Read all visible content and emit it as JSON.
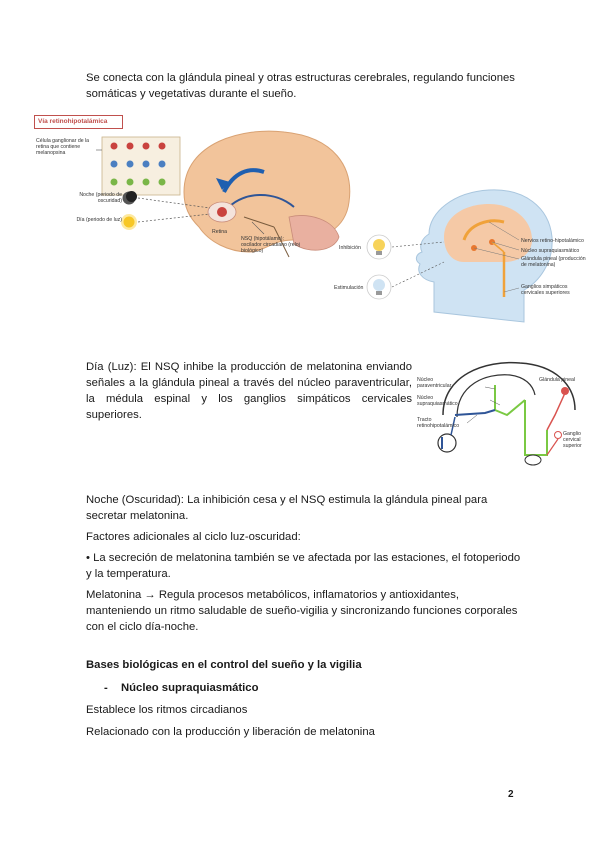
{
  "intro_paragraph": "Se conecta con la glándula pineal y otras estructuras cerebrales, regulando funciones somáticas y vegetativas durante el sueño.",
  "figure1": {
    "title": "Vía retinohipotalámica",
    "label_cell": "Célula ganglionar de la retina que contiene melanopsina",
    "label_night": "Noche (periodo de oscuridad)",
    "label_day": "Día (periodo de luz)",
    "label_retina": "Retina",
    "label_nsq": "NSQ (hipotálamo): oscilador circadiano (reloj biológico)",
    "label_inhibition": "Inhibición",
    "label_stimulation": "Estimulación",
    "legend": [
      "Nervios retino-hipotalámico",
      "Núcleo supraquiasmático",
      "Glándula pineal (producción de melatonina)",
      "Ganglios simpáticos cervicales superiores"
    ]
  },
  "day_paragraph": "Día (Luz): El NSQ inhibe la producción de melatonina enviando señales a la glándula pineal a través del núcleo paraventricular, la médula espinal y los ganglios simpáticos cervicales superiores.",
  "figure2": {
    "labels": {
      "paraventricular": "Núcleo paraventricular",
      "suprachiasmatic": "Núcleo supraquiasmático",
      "tract": "Tracto retinohipotalámico",
      "pineal": "Glándula pineal",
      "ganglion": "Ganglio cervical superior"
    }
  },
  "night_paragraph": "Noche (Oscuridad): La inhibición cesa y el NSQ estimula la glándula pineal para secretar melatonina.",
  "factors_heading": "Factores adicionales al ciclo luz-oscuridad:",
  "bullet_text": "• La secreción de melatonina también se ve afectada por las estaciones, el fotoperiodo y la temperatura.",
  "melatonin_paragraph": "Melatonina → Regula procesos metabólicos, inflamatorios y antioxidantes, manteniendo un ritmo saludable de sueño-vigilia y sincronizando funciones corporales con el ciclo día-noche.",
  "section_heading": "Bases biológicas en el control del sueño y la vigilia",
  "list_dash": "-",
  "list_item": "Núcleo supraquiasmático",
  "line1": "Establece los ritmos circadianos",
  "line2": "Relacionado con la producción y liberación de melatonina",
  "page_number": "2",
  "colors": {
    "title_box": "#c0504d",
    "blue": "#2f5597",
    "green": "#7ac943",
    "red": "#d9534f",
    "brain": "#f2c49b"
  }
}
